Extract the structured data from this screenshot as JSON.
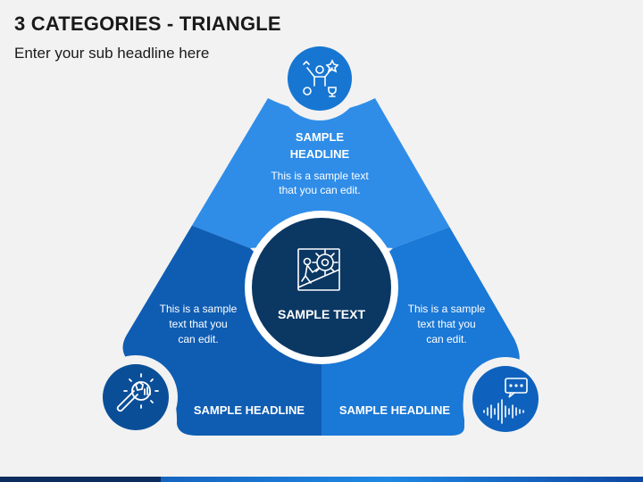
{
  "title": "3 CATEGORIES - TRIANGLE",
  "subtitle": "Enter your sub headline here",
  "colors": {
    "background": "#f2f2f2",
    "top_segment": "#2f8de8",
    "left_segment": "#0f5db3",
    "right_segment": "#1a78d6",
    "center_circle": "#0b3763",
    "icon_circle_top": "#1776d2",
    "icon_circle_left": "#0b4e98",
    "icon_circle_right": "#0e62bd"
  },
  "center": {
    "label": "SAMPLE TEXT",
    "icon": "person-pushing-gear-icon"
  },
  "top": {
    "headline_line1": "SAMPLE",
    "headline_line2": "HEADLINE",
    "text_line1": "This is a sample text",
    "text_line2": "that you can edit.",
    "icon": "teamwork-success-icon"
  },
  "left": {
    "headline": "SAMPLE HEADLINE",
    "text_line1": "This is a sample",
    "text_line2": "text that you",
    "text_line3": "can edit.",
    "icon": "wrench-gear-icon"
  },
  "right": {
    "headline": "SAMPLE HEADLINE",
    "text_line1": "This is a sample",
    "text_line2": "text that you",
    "text_line3": "can edit.",
    "icon": "chat-soundwave-icon"
  }
}
